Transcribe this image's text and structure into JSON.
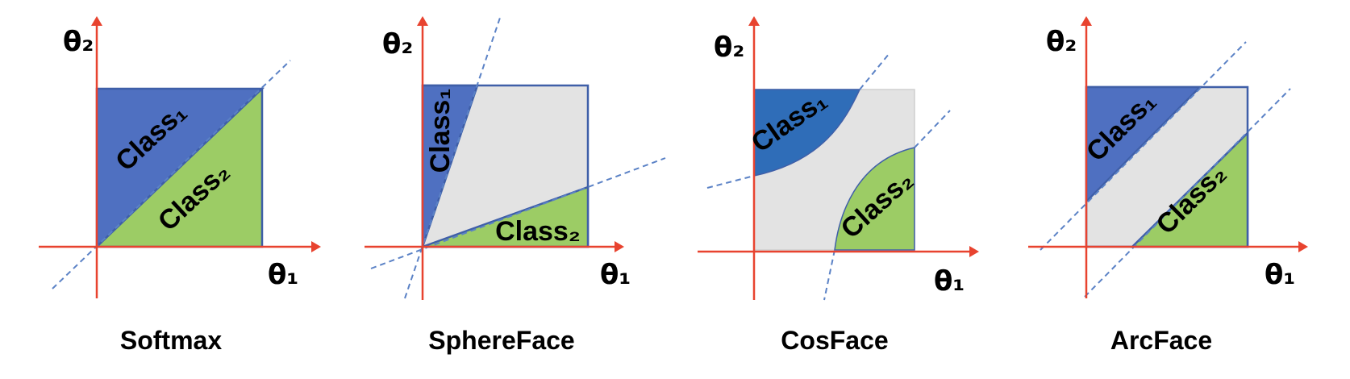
{
  "colors": {
    "axis": "#e8432f",
    "class1_fill": "#4f70c1",
    "class1_fill_cosface": "#2f6db8",
    "class2_fill": "#9ccc65",
    "neutral_fill": "#e3e3e3",
    "outline": "#3f5fa8",
    "boundary_dashed": "#5b82c6"
  },
  "panels": [
    {
      "title": "Softmax",
      "x_axis_label": "θ₁",
      "y_axis_label": "θ₂",
      "class1_label": "Class₁",
      "class2_label": "Class₂"
    },
    {
      "title": "SphereFace",
      "x_axis_label": "θ₁",
      "y_axis_label": "θ₂",
      "class1_label": "Class₁",
      "class2_label": "Class₂"
    },
    {
      "title": "CosFace",
      "x_axis_label": "θ₁",
      "y_axis_label": "θ₂",
      "class1_label": "Class₁",
      "class2_label": "Class₂"
    },
    {
      "title": "ArcFace",
      "x_axis_label": "θ₁",
      "y_axis_label": "θ₂",
      "class1_label": "Class₁",
      "class2_label": "Class₂"
    }
  ]
}
